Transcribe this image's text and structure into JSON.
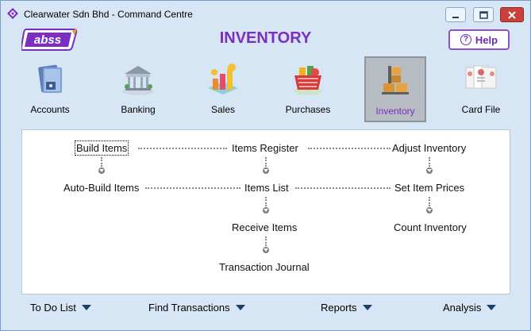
{
  "window": {
    "title": "Clearwater Sdn Bhd - Command Centre"
  },
  "header": {
    "logo_text": "abss",
    "module_title": "INVENTORY",
    "help_label": "Help",
    "help_icon": "question-circle-icon"
  },
  "tabs": [
    {
      "label": "Accounts",
      "icon": "accounts-icon",
      "active": false
    },
    {
      "label": "Banking",
      "icon": "bank-building-icon",
      "active": false
    },
    {
      "label": "Sales",
      "icon": "sales-icon",
      "active": false
    },
    {
      "label": "Purchases",
      "icon": "shopping-basket-icon",
      "active": false
    },
    {
      "label": "Inventory",
      "icon": "inventory-boxes-icon",
      "active": true
    },
    {
      "label": "Card File",
      "icon": "card-file-icon",
      "active": false
    }
  ],
  "flow": {
    "build_items": "Build Items",
    "items_register": "Items Register",
    "adjust_inventory": "Adjust Inventory",
    "auto_build_items": "Auto-Build Items",
    "items_list": "Items List",
    "set_item_prices": "Set Item Prices",
    "receive_items": "Receive Items",
    "count_inventory": "Count Inventory",
    "transaction_journal": "Transaction Journal"
  },
  "bottom": {
    "todo": "To Do List",
    "find": "Find Transactions",
    "reports": "Reports",
    "analysis": "Analysis"
  },
  "colors": {
    "accent": "#7a2ec2",
    "window_bg": "#d7e6f5",
    "active_tab_bg": "#b7bcc2",
    "close_button": "#c9413a"
  }
}
